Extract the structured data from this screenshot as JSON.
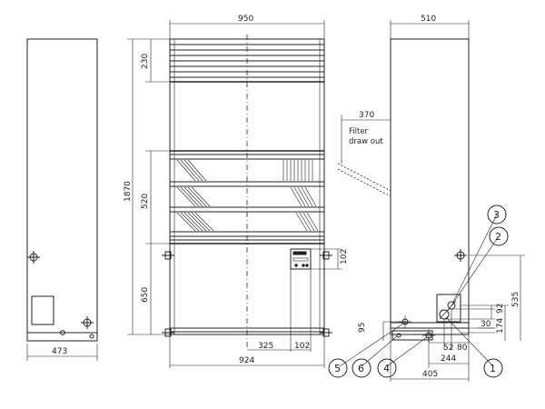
{
  "dimensions": {
    "front_width": "950",
    "front_height": "1870",
    "top_section": "230",
    "middle_section": "520",
    "lower_section": "650",
    "controller_height": "102",
    "controller_offset": "325",
    "controller_width": "102",
    "base_width": "924",
    "side_depth": "510",
    "filter_offset": "370",
    "left_view_width": "473",
    "pipe_height_1": "535",
    "pipe_height_2": "174",
    "pipe_spacing_92": "92",
    "pipe_spacing_30": "30",
    "pipe_52": "52",
    "pipe_80": "80",
    "pipe_244": "244",
    "pipe_405": "405",
    "pipe_95": "95"
  },
  "labels": {
    "filter_line1": "Filter",
    "filter_line2": "draw out"
  },
  "callouts": [
    "1",
    "2",
    "3",
    "4",
    "5",
    "6"
  ]
}
